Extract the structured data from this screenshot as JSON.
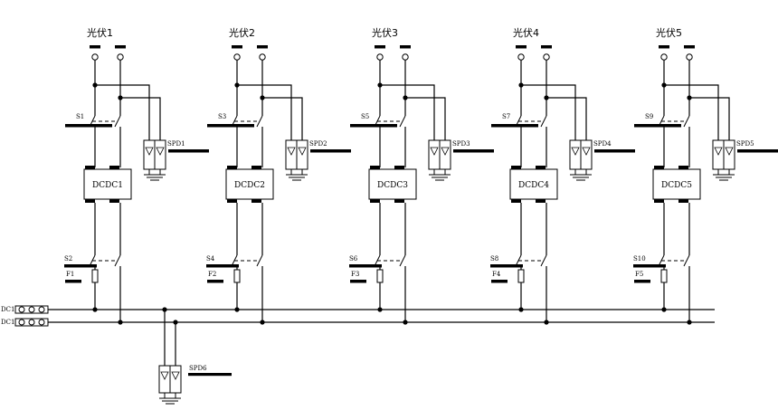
{
  "pv_units": [
    {
      "title": "光伏1",
      "switch_top": "S1",
      "switch_bottom": "S2",
      "spd": "SPD1",
      "converter": "DCDC1",
      "fuse": "F1"
    },
    {
      "title": "光伏2",
      "switch_top": "S3",
      "switch_bottom": "S4",
      "spd": "SPD2",
      "converter": "DCDC2",
      "fuse": "F2"
    },
    {
      "title": "光伏3",
      "switch_top": "S5",
      "switch_bottom": "S6",
      "spd": "SPD3",
      "converter": "DCDC3",
      "fuse": "F3"
    },
    {
      "title": "光伏4",
      "switch_top": "S7",
      "switch_bottom": "S8",
      "spd": "SPD4",
      "converter": "DCDC4",
      "fuse": "F4"
    },
    {
      "title": "光伏5",
      "switch_top": "S9",
      "switch_bottom": "S10",
      "spd": "SPD5",
      "converter": "DCDC5",
      "fuse": "F5"
    }
  ],
  "bus": {
    "line1": "DC1",
    "line2": "DC1"
  },
  "bus_spd": "SPD6"
}
